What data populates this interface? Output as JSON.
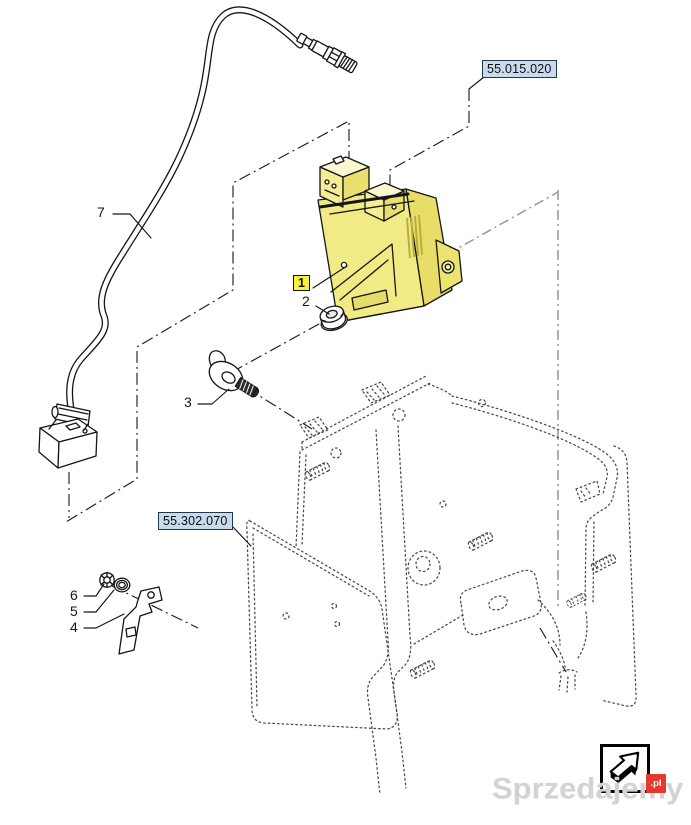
{
  "refs": {
    "module_ref": "55.015.020",
    "bracket_ref": "55.302.070"
  },
  "callouts": {
    "c1": "1",
    "c2": "2",
    "c3": "3",
    "c4": "4",
    "c5": "5",
    "c6": "6",
    "c7": "7"
  },
  "watermark": {
    "text": "Sprzedajemy",
    "badge": ".pl"
  },
  "icons": {
    "logo": "arrow-up-right-3d"
  },
  "colors": {
    "highlight_yellow": "#f9f23a",
    "ecu_body_yellow": "#f2eb85",
    "ecu_side_yellow": "#e8de67",
    "ref_box_bg": "#c8dbed",
    "ref_box_border": "#23384e",
    "line_black": "#161616",
    "dotted_gray": "#4a4a4a",
    "axis_gray": "#979797",
    "watermark_gray": "#d3d3d3",
    "badge_red": "#e23b2e"
  }
}
